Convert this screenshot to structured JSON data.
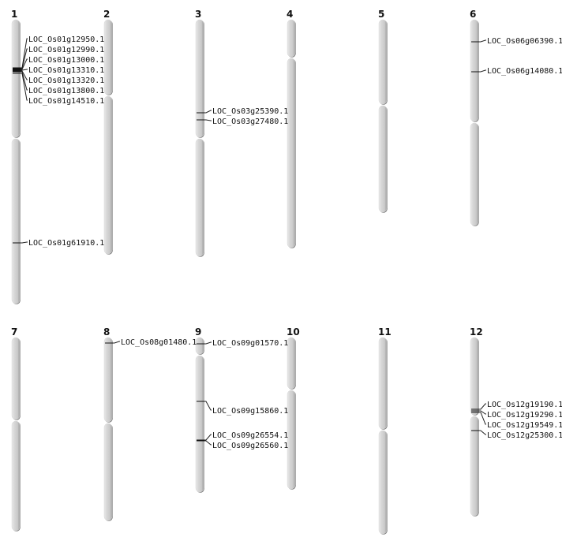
{
  "chromosomes": [
    {
      "id": "1",
      "label": "1",
      "genes": [
        "LOC_Os01g12950.1",
        "LOC_Os01g12990.1",
        "LOC_Os01g13000.1",
        "LOC_Os01g13310.1",
        "LOC_Os01g13320.1",
        "LOC_Os01g13800.1",
        "LOC_Os01g14510.1",
        "LOC_Os01g61910.1"
      ]
    },
    {
      "id": "2",
      "label": "2",
      "genes": []
    },
    {
      "id": "3",
      "label": "3",
      "genes": [
        "LOC_Os03g25390.1",
        "LOC_Os03g27480.1"
      ]
    },
    {
      "id": "4",
      "label": "4",
      "genes": []
    },
    {
      "id": "5",
      "label": "5",
      "genes": []
    },
    {
      "id": "6",
      "label": "6",
      "genes": [
        "LOC_Os06g06390.1",
        "LOC_Os06g14080.1"
      ]
    },
    {
      "id": "7",
      "label": "7",
      "genes": []
    },
    {
      "id": "8",
      "label": "8",
      "genes": [
        "LOC_Os08g01480.1"
      ]
    },
    {
      "id": "9",
      "label": "9",
      "genes": [
        "LOC_Os09g01570.1",
        "LOC_Os09g15860.1",
        "LOC_Os09g26554.1",
        "LOC_Os09g26560.1"
      ]
    },
    {
      "id": "10",
      "label": "10",
      "genes": []
    },
    {
      "id": "11",
      "label": "11",
      "genes": []
    },
    {
      "id": "12",
      "label": "12",
      "genes": [
        "LOC_Os12g19190.1",
        "LOC_Os12g19290.1",
        "LOC_Os12g19549.1",
        "LOC_Os12g25300.1"
      ]
    }
  ]
}
